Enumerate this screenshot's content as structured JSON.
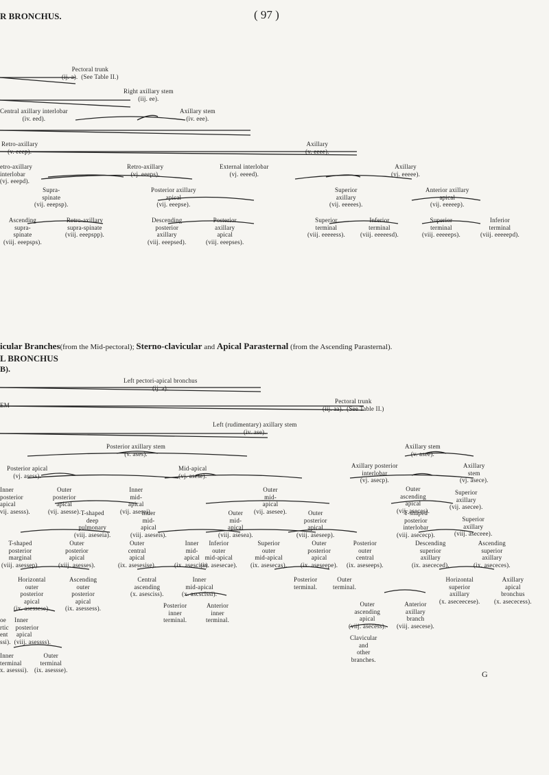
{
  "header": {
    "page_number": "( 97 )",
    "section_top": "R BRONCHUS."
  },
  "section_mid": {
    "title": "icular Branches",
    "subtitle": "(from the Mid-pectoral); ",
    "sterno": "Sterno-clavicular",
    "and": " and ",
    "apical": "Apical Parasternal",
    "asc": " (from the Ascending Parasternal).",
    "left_bronchus": "L BRONCHUS",
    "b_paren": "B)."
  },
  "right": {
    "pectoral_trunk": "Pectoral trunk\n(ij. a).  (See Table II.)",
    "right_axillary_stem": "Right axillary stem\n(iij. ee).",
    "central_axillary": "Central axillary interlobar\n(iv. eed).",
    "axillary_stem_iv": "Axillary stem\n(iv. eee).",
    "retro_axillary_v": "Retro-axillary\n(v. eeep).",
    "axillary_v": "Axillary\n(v. eeee).",
    "retro_interlobar": "etro-axillary\ninterlobar\n(vj. eeepd).",
    "retro_axillary_vj": "Retro-axillary\n(vj. eeeps).",
    "external_interlobar": "External interlobar\n(vj. eeeed).",
    "axillary_vj": "Axillary\n(vj. eeeee).",
    "supraspinate": "Supra-\nspinate\n(vij. eeepsp).",
    "posterior_axillary_apical": "Posterior axillary\napical\n(vij. eeepse).",
    "superior_axillary": "Superior\naxillary\n(vij. eeeees).",
    "anterior_axillary_apical": "Anterior axillary\napical\n(vij. eeeeep).",
    "ascending_supraspinate": "Ascending\nsupra-\nspinate\n(viij. eeepsps).",
    "retro_supraspinate": "Retro-axillary\nsupra-spinate\n(viij. eeepspp).",
    "descending_posterior": "Descending\nposterior\naxillary\n(viij. eeepsed).",
    "posterior_axillary_apical2": "Posterior\naxillary\napical\n(viij. eeepses).",
    "superior_terminal": "Superior\nterminal\n(viij. eeeeess).",
    "inferior_terminal": "Inferior\nterminal\n(viij. eeeeesd).",
    "superior_terminal2": "Superior\nterminal\n(viij. eeeeeps).",
    "inferior_terminal2": "Inferior\nterminal\n(viij. eeeeepd)."
  },
  "left": {
    "em": "EM",
    "left_pectori_apical": "Left pectori-apical bronchus\n(ij. a).",
    "pectoral_trunk": "Pectoral trunk\n(iij. aa).  (See Table II.)",
    "left_rudimentary": "Left (rudimentary) axillary stem\n(iv. ase).",
    "posterior_axillary_stem": "Posterior axillary stem\n(v. ases).",
    "axillary_stem_v": "Axillary stem\n(v. asee).",
    "posterior_apical": "Posterior apical\n(vj. asess).",
    "mid_apical": "Mid-apical\n(vj. asese).",
    "axillary_posterior_interlobar": "Axillary posterior\ninterlobar\n(vj. asecp).",
    "axillary_stem_vj": "Axillary\nstem\n(vj. asece).",
    "inner_posterior_apical": "Inner\nposterior\napical\nvij. asesss).",
    "outer_posterior_apical": "Outer\nposterior\napical\n(vij. asesse).",
    "inner_mid_apical": "Inner\nmid-\napical\n(vij. asesei).",
    "outer_mid_apical": "Outer\nmid-\napical\n(vij. asesee).",
    "outer_ascending_apical": "Outer\nascending\napical\n(vij. aseces).",
    "superior_axillary_vij": "Superior\naxillary\n(vij. asecee).",
    "t_deep_pulmonary": "T-shaped\ndeep\npulmonary\n(viij. aseseia).",
    "inner_mid_apical2": "Inner\nmid-\napical\n(viij. aseseis).",
    "outer_mid_apical2": "Outer\nmid-\napical\n(viij. asesea).",
    "outer_posterior_apical2": "Outer\nposterior\napical\n(viij. aseseep).",
    "t_posterior_interlobar": "T-shaped\nposterior\ninterlobar\n(viij. asececp).",
    "superior_axillary_viij": "Superior\naxillary\n(viij. aseceee).",
    "t_posterior_marginal": "T-shaped\nposterior\nmarginal\n(viij. asessep).",
    "outer_apical": "Outer\nposterior\napical\n(viij. asesses).",
    "outer_central_apical": "Outer\ncentral\napical\n(ix. asesesise).",
    "inner_mid_apical3": "Inner\nmid-\napical\n(ix. asesciss).",
    "inferior_outer_mid": "Inferior\nouter\nmid-apical\n(ix. asesecae).",
    "superior_outer_mid": "Superior\nouter\nmid-apical\n(ix. asesecas).",
    "outer_posterior_apical3": "Outer\nposterior\napical\n(ix. aseseepe).",
    "posterior_outer_central": "Posterior\nouter\ncentral\n(ix. aseseeps).",
    "descending_superior": "Descending\nsuperior\naxillary\n(ix. asececed).",
    "ascending_superior": "Ascending\nsuperior\naxillary\n(ix. asececes).",
    "horizontal_outer": "Horizontal\nouter\nposterior\napical\n(ix. asessese).",
    "ascending_outer": "Ascending\nouter\nposterior\napical\n(ix. asessess).",
    "central_ascending": "Central\nascending\n(x. asesciss).",
    "inner_mid_apical4": "Inner\nmid-apical\n(x. ascscissi).",
    "posterior_terminal": "Posterior\nterminal.",
    "outer_terminal": "Outer\nterminal.",
    "horizontal_superior": "Horizontal\nsuperior\naxillary\n(x. aseceecese).",
    "axillary_bronchus": "Axillary\napical\nbronchus\n(x. asececess).",
    "posterior_inner_terminal": "Posterior\ninner\nterminal.",
    "anterior_inner_terminal": "Anterior\ninner\nterminal.",
    "outer_ascending_apical2": "Outer\nascending\napical\n(viij. asecess).",
    "anterior_axillary_branch": "Anterior\naxillary\nbranch\n(viij. asecese).",
    "clavicular": "Clavicular\nand\nother\nbranches.",
    "inner_outer_ind": "oe     Inner\nrtic    posterior\nent     apical\nssi).  (viij. asessss).",
    "inner_terminal": "Inner\nterminal\nx. asesssi).",
    "outer_terminal2": "Outer\nterminal\n(ix. asessse).",
    "g_mark": "G"
  }
}
